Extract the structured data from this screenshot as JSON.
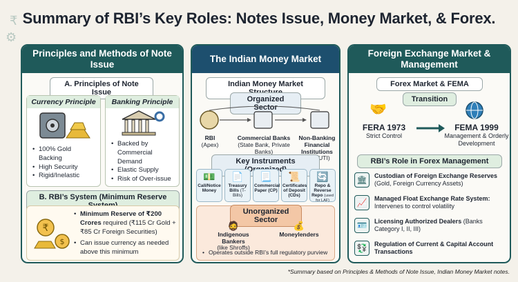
{
  "title": "Summary of RBI’s Key Roles: Notes Issue, Money Market, & Forex.",
  "panel1": {
    "header": "Principles and Methods of Note Issue",
    "sectionA": "A. Principles of Note Issue",
    "currency": {
      "title": "Currency Principle",
      "points": [
        "100% Gold Backing",
        "High Security",
        "Rigid/Inelastic"
      ]
    },
    "banking": {
      "title": "Banking Principle",
      "points": [
        "Backed by Commercial Demand",
        "Elastic Supply",
        "Risk of Over-issue"
      ]
    },
    "sectionB": "B. RBI’s System (Minimum Reserve System)",
    "reserve_bold": "Minimum Reserve of ₹200 Crores",
    "reserve_rest": " required (₹115 Cr Gold + ₹85 Cr Foreign Securities)",
    "issue": "Can issue currency as needed above this minimum"
  },
  "panel2": {
    "header": "The Indian Money Market",
    "structure": "Indian Money Market Structure",
    "organized": "Organized Sector",
    "nodes": [
      {
        "name": "RBI",
        "sub": "(Apex)"
      },
      {
        "name": "Commercial Banks",
        "sub": "(State Bank, Private Banks)"
      },
      {
        "name": "Non-Banking Financial Institutions",
        "sub": "(LIC, UTI)"
      }
    ],
    "instruments_title": "Key Instruments (Organized)",
    "instruments": [
      {
        "label": "Call/Notice Money",
        "note": ""
      },
      {
        "label": "Treasury Bills",
        "note": "(T-Bills)"
      },
      {
        "label": "Commercial Paper (CP)",
        "note": ""
      },
      {
        "label": "Certificates of Deposit (CDs)",
        "note": ""
      },
      {
        "label": "Repo & Reverse Repo",
        "note": "(used for LAF)"
      }
    ],
    "unorganized": "Unorganized Sector",
    "bankers": "Indigenous Bankers",
    "bankers_sub": "(like Shroffs)",
    "lenders": "Moneylenders",
    "purview": "Operates outside RBI’s full regulatory purview"
  },
  "panel3": {
    "header": "Foreign Exchange Market & Management",
    "fema_title": "Forex Market & FEMA",
    "transition": "Transition",
    "fera": "FERA 1973",
    "fera_sub": "Strict Control",
    "fema": "FEMA 1999",
    "fema_sub": "Management & Orderly Development",
    "role_title": "RBI’s Role in Forex Management",
    "roles": [
      {
        "bold": "Custodian of Foreign Exchange Reserves",
        "rest": " (Gold, Foreign Currency Assets)"
      },
      {
        "bold": "Managed Float Exchange Rate System:",
        "rest": " Intervenes to control volatility"
      },
      {
        "bold": "Licensing Authorized Dealers",
        "rest": " (Banks Category I, II, III)"
      },
      {
        "bold": "Regulation of Current & Capital Account Transactions",
        "rest": ""
      }
    ]
  },
  "footnote": "*Summary based on Principles & Methods of Note Issue, Indian Money Market notes."
}
